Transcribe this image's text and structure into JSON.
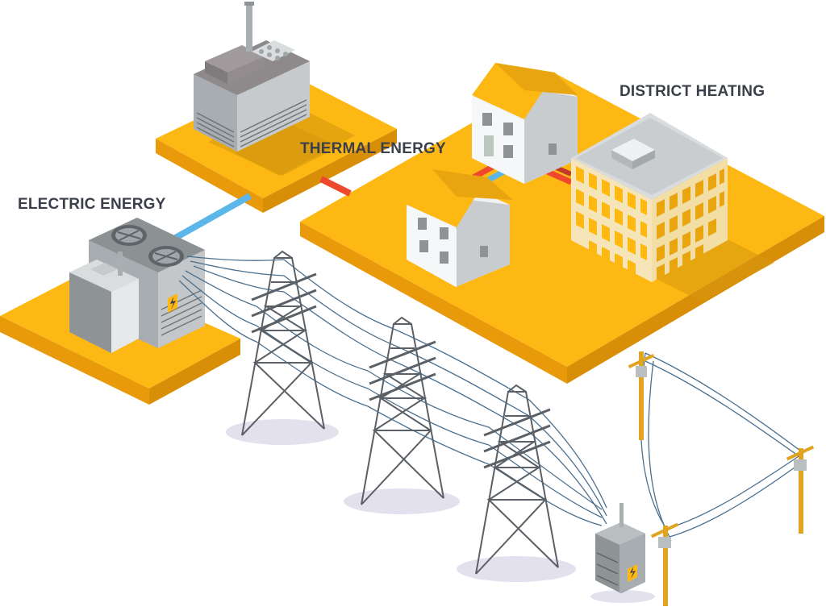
{
  "labels": {
    "electric": "ELECTRIC ENERGY",
    "thermal": "THERMAL ENERGY",
    "district": "DISTRICT HEATING"
  },
  "colors": {
    "platform": "#FDB813",
    "platform_side": "#E89A0A",
    "electric_pipe": "#5BB7EA",
    "thermal_pipe": "#F0482E",
    "building_light": "#E8EAEC",
    "building_gray": "#8E9396",
    "pylon": "#5A6066",
    "wire": "#4A6F8F",
    "pole": "#E0A421",
    "label_text": "#3a3f4a"
  },
  "icons": [
    "lightning-icon",
    "fan-icon"
  ]
}
